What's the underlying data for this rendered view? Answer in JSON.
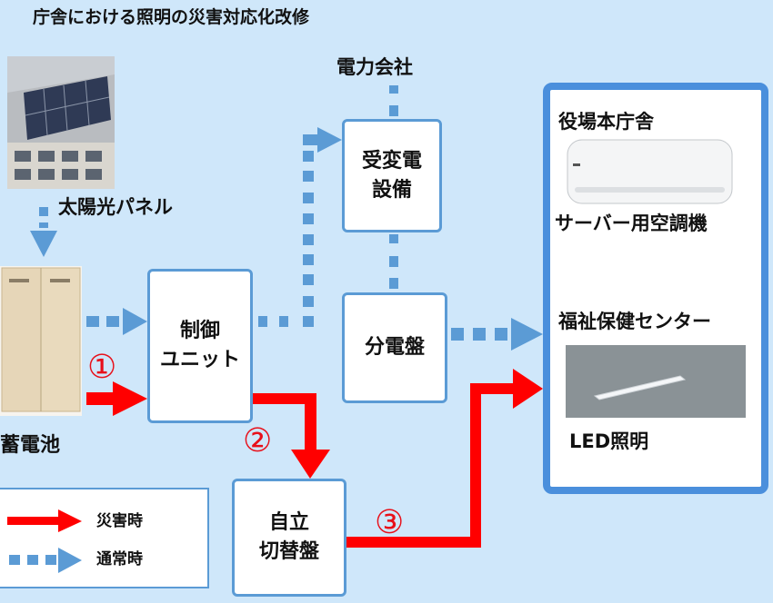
{
  "title": "庁舎における照明の災害対応化改修",
  "labels": {
    "solar_panel": "太陽光パネル",
    "power_company": "電力会社",
    "battery": "蓄電池"
  },
  "boxes": {
    "substation": "受変電\n設備",
    "control_unit": "制御\nユニット",
    "distribution_board": "分電盤",
    "switchboard": "自立\n切替盤"
  },
  "destination": {
    "office": "役場本庁舎",
    "aircon": "サーバー用空調機",
    "welfare_center": "福祉保健センター",
    "led": "LED照明"
  },
  "markers": [
    "①",
    "②",
    "③"
  ],
  "legend": {
    "disaster": "災害時",
    "normal": "通常時"
  },
  "colors": {
    "background": "#cfe7fa",
    "box_border": "#5b9bd5",
    "disaster_flow": "#ff0000",
    "normal_flow": "#5b9bd5",
    "destination_border": "#4a8fdc"
  }
}
